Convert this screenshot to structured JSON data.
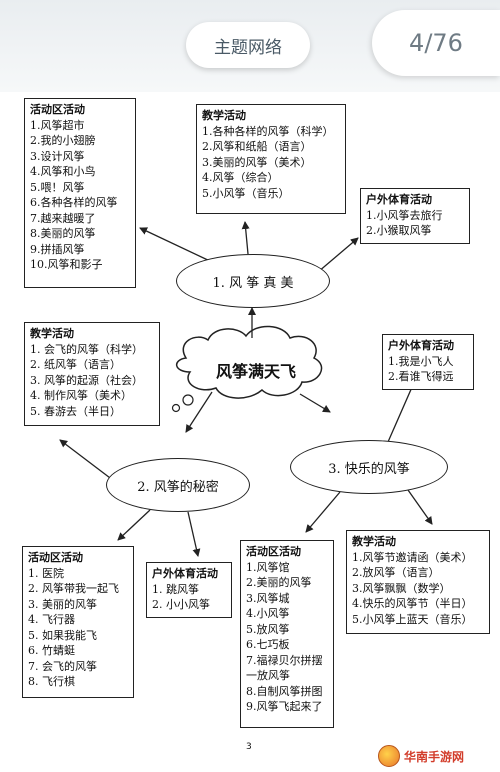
{
  "header": {
    "title": "主题网络",
    "page_counter": "4/76"
  },
  "center": {
    "label": "风筝满天飞"
  },
  "nodes": {
    "n1": "1. 风 筝 真 美",
    "n2": "2. 风筝的秘密",
    "n3": "3. 快乐的风筝"
  },
  "boxes": {
    "top_left": {
      "title": "活动区活动",
      "items": [
        "1.风筝超市",
        "2.我的小翅膀",
        "3.设计风筝",
        "4.风筝和小鸟",
        "5.喂！风筝",
        "6.各种各样的风筝",
        "7.越来越暖了",
        "8.美丽的风筝",
        "9.拼插风筝",
        "10.风筝和影子"
      ]
    },
    "top_center": {
      "title": "教学活动",
      "items": [
        "1.各种各样的风筝（科学）",
        "2.风筝和纸船（语言）",
        "3.美丽的风筝（美术）",
        "4.风筝（综合）",
        "5.小风筝（音乐）"
      ]
    },
    "top_right": {
      "title": "户外体育活动",
      "items": [
        "1.小风筝去旅行",
        "2.小猴取风筝"
      ]
    },
    "mid_left": {
      "title": "教学活动",
      "items": [
        "1. 会飞的风筝（科学）",
        "2. 纸风筝（语言）",
        "3. 风筝的起源（社会）",
        "4. 制作风筝（美术）",
        "5. 春游去（半日）"
      ]
    },
    "mid_right": {
      "title": "户外体育活动",
      "items": [
        "1.我是小飞人",
        "2.看谁飞得远"
      ]
    },
    "bot_left": {
      "title": "活动区活动",
      "items": [
        "1. 医院",
        "2. 风筝带我一起飞",
        "3. 美丽的风筝",
        "4. 飞行器",
        "5. 如果我能飞",
        "6. 竹蜻蜓",
        "7. 会飞的风筝",
        "8. 飞行棋"
      ]
    },
    "bot_leftmid": {
      "title": "户外体育活动",
      "items": [
        "1. 跳风筝",
        "2. 小小风筝"
      ]
    },
    "bot_center": {
      "title": "活动区活动",
      "items": [
        "1.风筝馆",
        "2.美丽的风筝",
        "3.风筝城",
        "4.小风筝",
        "5.放风筝",
        "6.七巧板",
        "7.福禄贝尔拼摆",
        "一放风筝",
        "8.自制风筝拼图",
        "9.风筝飞起来了"
      ]
    },
    "bot_right": {
      "title": "教学活动",
      "items": [
        "1.风筝节邀请函（美术）",
        "2.放风筝（语言）",
        "3.风筝飘飘（数学）",
        "4.快乐的风筝节（半日）",
        "5.小风筝上蓝天（音乐）"
      ]
    }
  },
  "footer": {
    "page_number": "3",
    "watermark": "华南手游网"
  }
}
